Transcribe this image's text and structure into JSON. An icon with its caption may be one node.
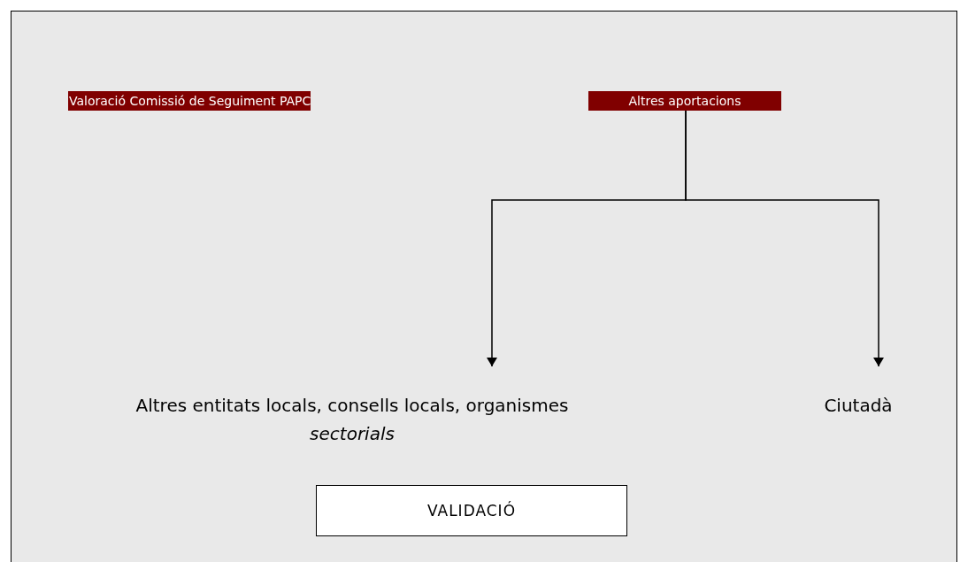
{
  "diagram": {
    "nodes": [
      {
        "text": [
          "Valoració Comissió de Seguiment PAPC"
        ]
      },
      {
        "text": [
          "Altres aportacions"
        ]
      },
      {
        "text": [
          "Altres entitats locals, consells locals, organismes *sectorials*"
        ]
      },
      {
        "text": [
          "Ciutadà"
        ]
      },
      {
        "text": [
          "VALIDACIÓ"
        ]
      }
    ],
    "edges": [
      {
        "from": 1,
        "to": 2,
        "arrow": "to"
      },
      {
        "from": 1,
        "to": 3,
        "arrow": "to"
      }
    ]
  }
}
